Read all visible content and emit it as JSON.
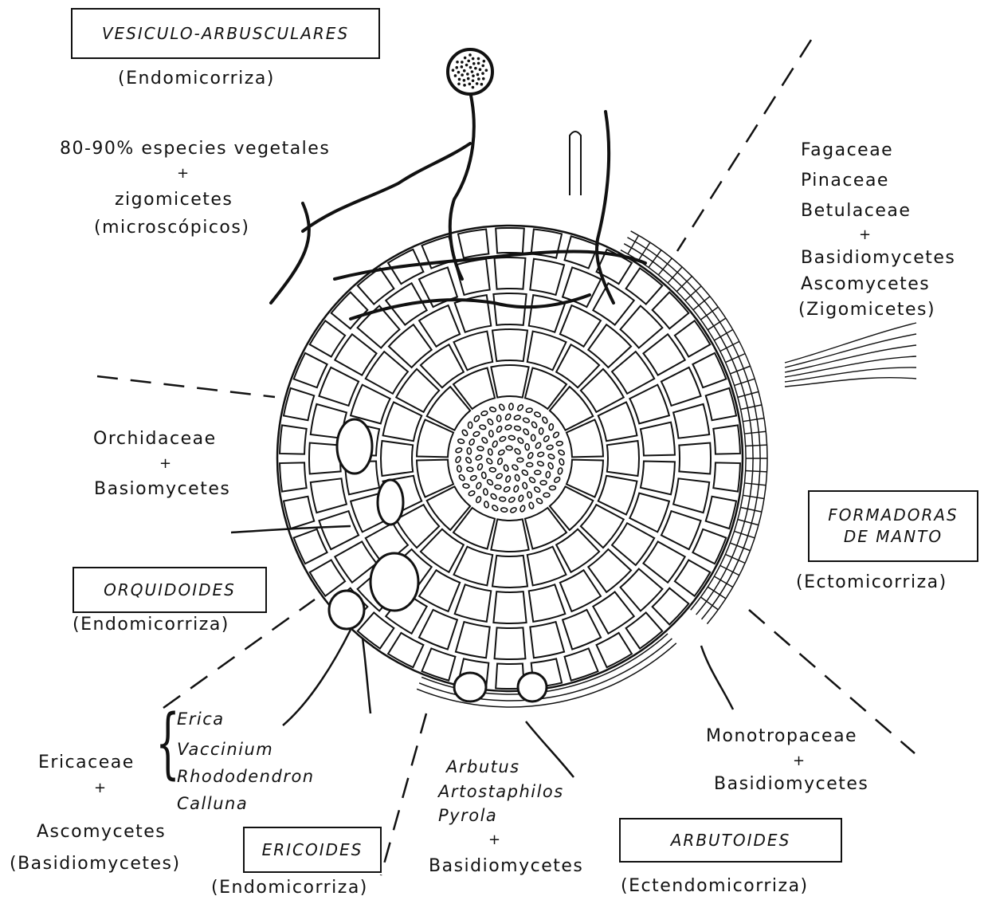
{
  "vam": {
    "title": "VESICULO-ARBUSCULARES",
    "subtitle": "(Endomicorriza)",
    "line1": "80-90% especies vegetales",
    "plus": "+",
    "line2": "zigomicetes",
    "line3": "(microscópicos)"
  },
  "ecto": {
    "family1": "Fagaceae",
    "family2": "Pinaceae",
    "family3": "Betulaceae",
    "plus": "+",
    "fungi1": "Basidiomycetes",
    "fungi2": "Ascomycetes",
    "fungi3": "(Zigomicetes)",
    "title_line1": "FORMADORAS",
    "title_line2": "DE MANTO",
    "subtitle": "(Ectomicorriza)"
  },
  "orchid": {
    "family": "Orchidaceae",
    "plus": "+",
    "fungi": "Basiomycetes",
    "title": "ORQUIDOIDES",
    "subtitle": "(Endomicorriza)"
  },
  "ericoid": {
    "genus1": "Erica",
    "genus2": "Vaccinium",
    "genus3": "Rhododendron",
    "genus4": "Calluna",
    "family": "Ericaceae",
    "plus": "+",
    "fungi1": "Ascomycetes",
    "fungi2": "(Basidiomycetes)",
    "title": "ERICOIDES",
    "subtitle": "(Endomicorriza)"
  },
  "arbutoid": {
    "genus1": "Arbutus",
    "genus2": "Artostaphilos",
    "genus3": "Pyrola",
    "plus": "+",
    "fungi": "Basidiomycetes",
    "title": "ARBUTOIDES",
    "subtitle": "(Ectendomicorriza)"
  },
  "monotropoid": {
    "family": "Monotropaceae",
    "plus": "+",
    "fungi": "Basidiomycetes"
  },
  "colors": {
    "ink": "#111111",
    "paper": "#ffffff"
  }
}
